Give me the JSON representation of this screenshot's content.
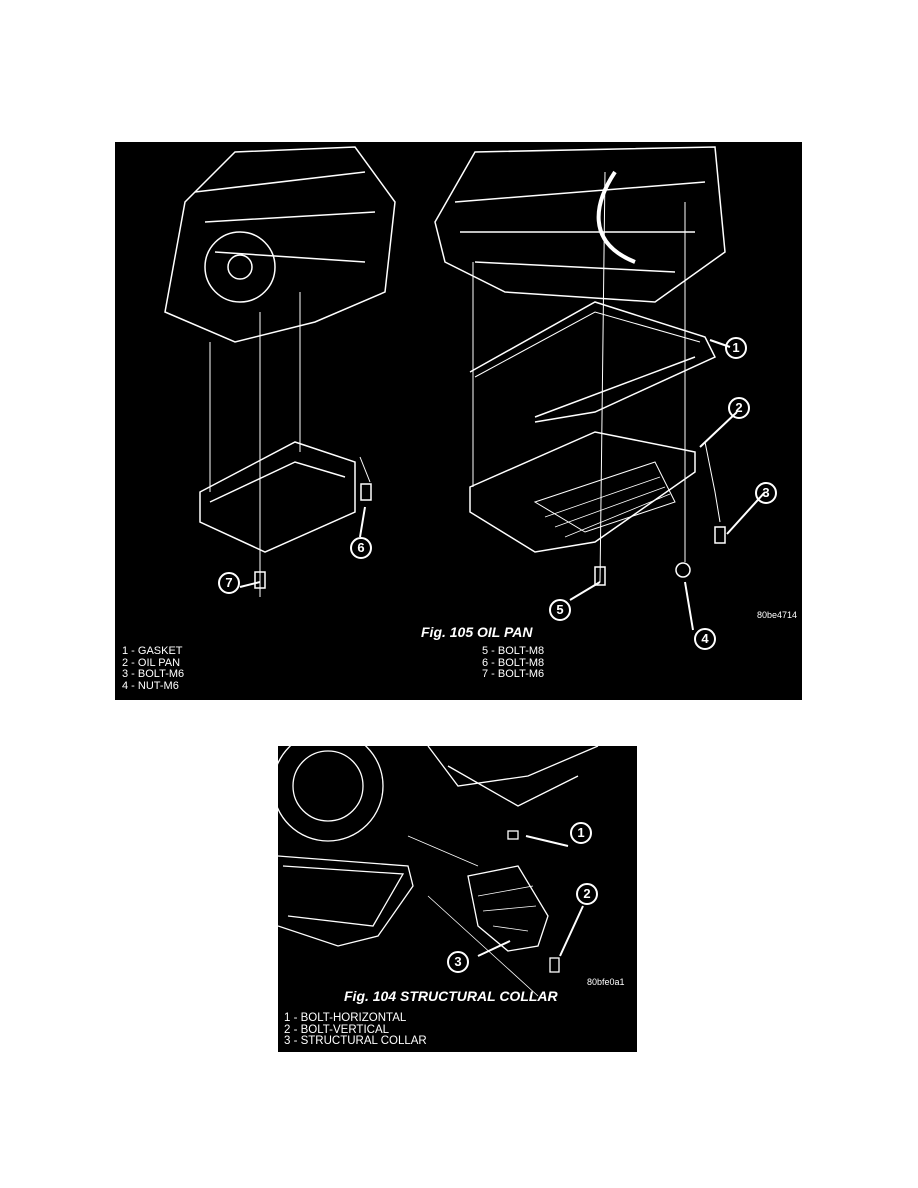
{
  "fig105": {
    "caption": "Fig. 105 OIL PAN",
    "code": "80be4714",
    "callouts": [
      "1",
      "2",
      "3",
      "4",
      "5",
      "6",
      "7"
    ],
    "legend_left": [
      "1 - GASKET",
      "2 - OIL PAN",
      "3 - BOLT-M6",
      "4 - NUT-M6"
    ],
    "legend_right": [
      "5 - BOLT-M8",
      "6 - BOLT-M8",
      "7 - BOLT-M6"
    ]
  },
  "fig104": {
    "caption": "Fig. 104 STRUCTURAL COLLAR",
    "code": "80bfe0a1",
    "callouts": [
      "1",
      "2",
      "3"
    ],
    "legend": [
      "1 - BOLT-HORIZONTAL",
      "2 - BOLT-VERTICAL",
      "3 - STRUCTURAL COLLAR"
    ]
  }
}
